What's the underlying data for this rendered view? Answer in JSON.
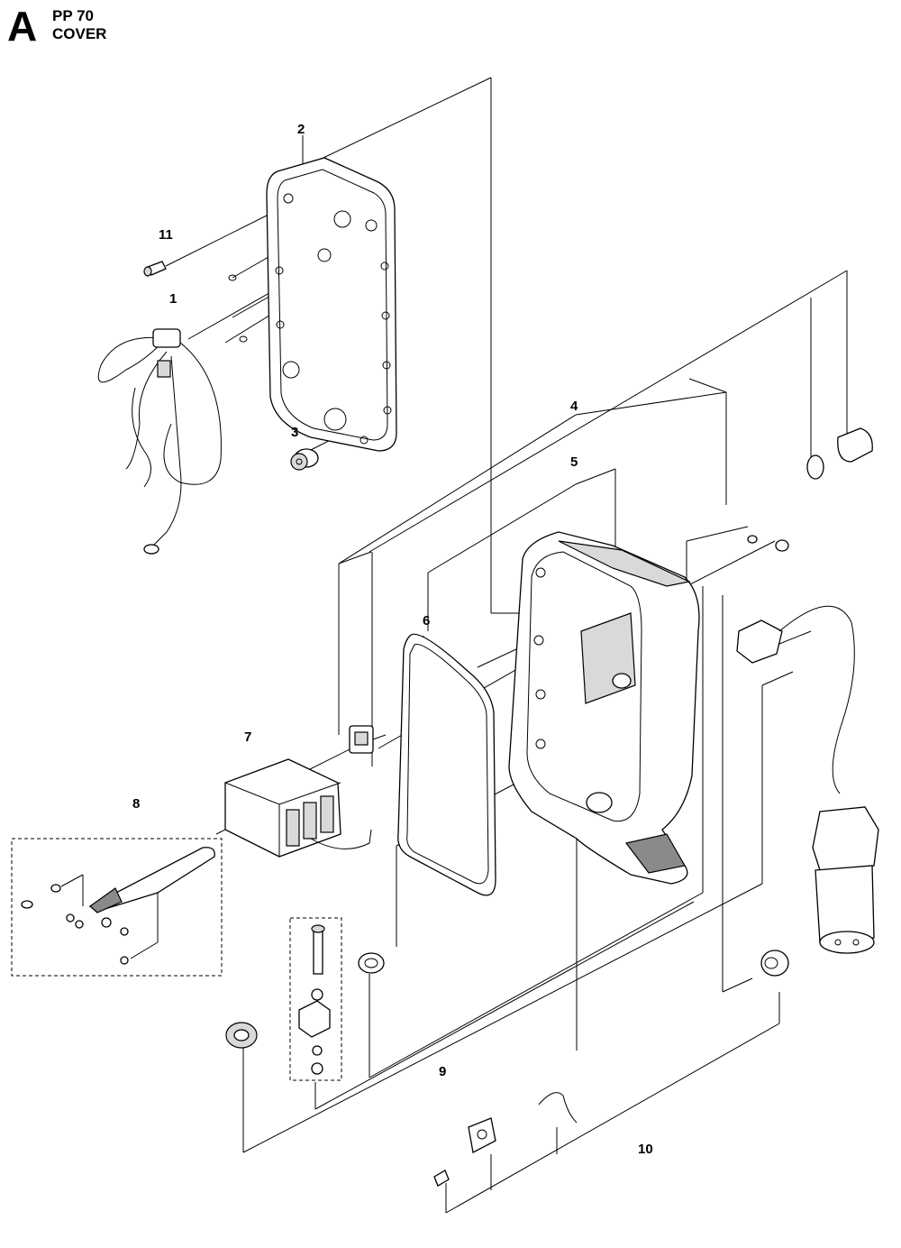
{
  "header": {
    "section_letter": "A",
    "model": "PP 70",
    "section_title": "COVER"
  },
  "callouts": {
    "p1": "1",
    "p2": "2",
    "p3": "3",
    "p4": "4",
    "p5": "5",
    "p6": "6",
    "p7": "7",
    "p8": "8",
    "p9": "9",
    "p10": "10",
    "p11": "11"
  }
}
